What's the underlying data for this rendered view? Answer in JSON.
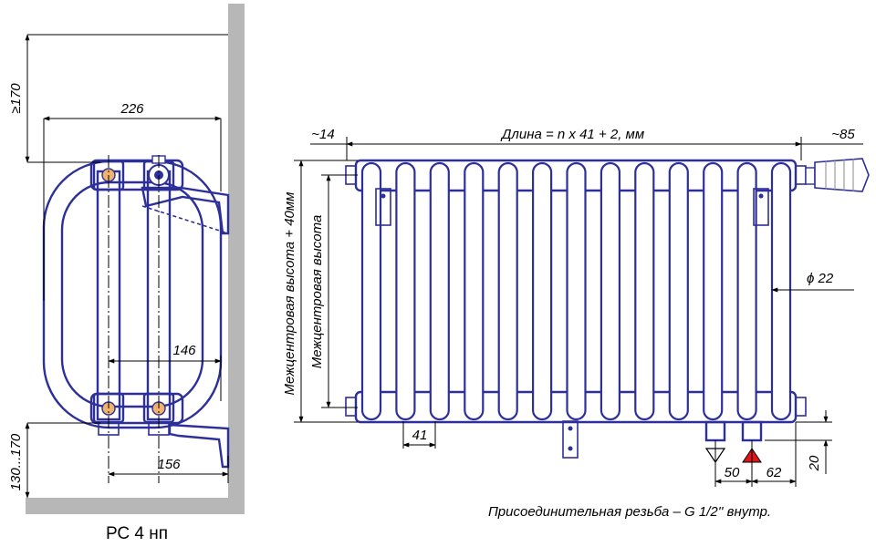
{
  "colors": {
    "outline": "#2d2f9a",
    "wall": "#b7b7b7",
    "supply_marker": "#e0141c",
    "return_marker": "#ffffff",
    "nut": "#f0b36b"
  },
  "side_view": {
    "caption": "РС 4 нп",
    "dim_top_clearance": "≥170",
    "dim_width": "226",
    "dim_axis": "146",
    "dim_bottom_offset": "156",
    "dim_floor_clearance": "130...170"
  },
  "front_view": {
    "dim_length": "Длина = n x 41 + 2, мм",
    "dim_left_end": "~14",
    "dim_right_end": "~85",
    "dim_center_height_plus": "Межцентровая высота + 40мм",
    "dim_center_height": "Межцентровая высота",
    "dim_diameter": "ϕ 22",
    "dim_pitch": "41",
    "dim_pipe_a": "50",
    "dim_pipe_b": "62",
    "dim_pipe_drop": "20",
    "section_count": 13,
    "note": "Присоединительная резьба – G 1/2'' внутр."
  }
}
